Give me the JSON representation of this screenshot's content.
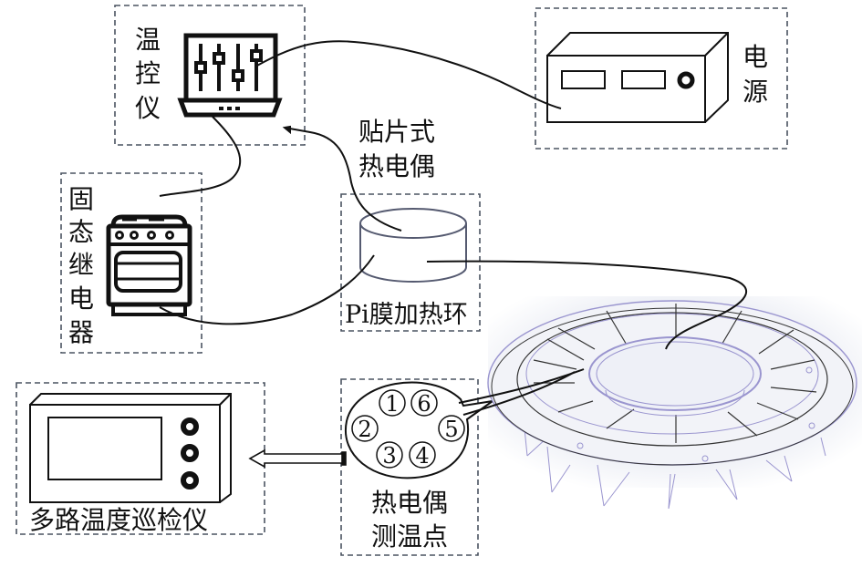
{
  "title": "Temperature measurement system schematic",
  "components": {
    "temp_controller": {
      "label_chars": [
        "温",
        "控",
        "仪"
      ],
      "label": "温控仪"
    },
    "power_supply": {
      "label_chars": [
        "电",
        "源"
      ],
      "label": "电源"
    },
    "ssr": {
      "label_chars": [
        "固",
        "态",
        "继",
        "电",
        "器"
      ],
      "label": "固态继电器"
    },
    "thermocouple_patch": {
      "label_lines": [
        "贴片式",
        "热电偶"
      ]
    },
    "heater_ring": {
      "label": "Pi膜加热环"
    },
    "scanner": {
      "label": "多路温度巡检仪"
    },
    "measure_points": {
      "label_lines": [
        "热电偶",
        "测温点"
      ],
      "points": [
        "①",
        "⑥",
        "②",
        "⑤",
        "③",
        "④"
      ]
    }
  },
  "colors": {
    "line": "#111111",
    "dash": "#4a5360",
    "cad": "#8c86c8",
    "cad_bg": "#e6e8f2"
  }
}
